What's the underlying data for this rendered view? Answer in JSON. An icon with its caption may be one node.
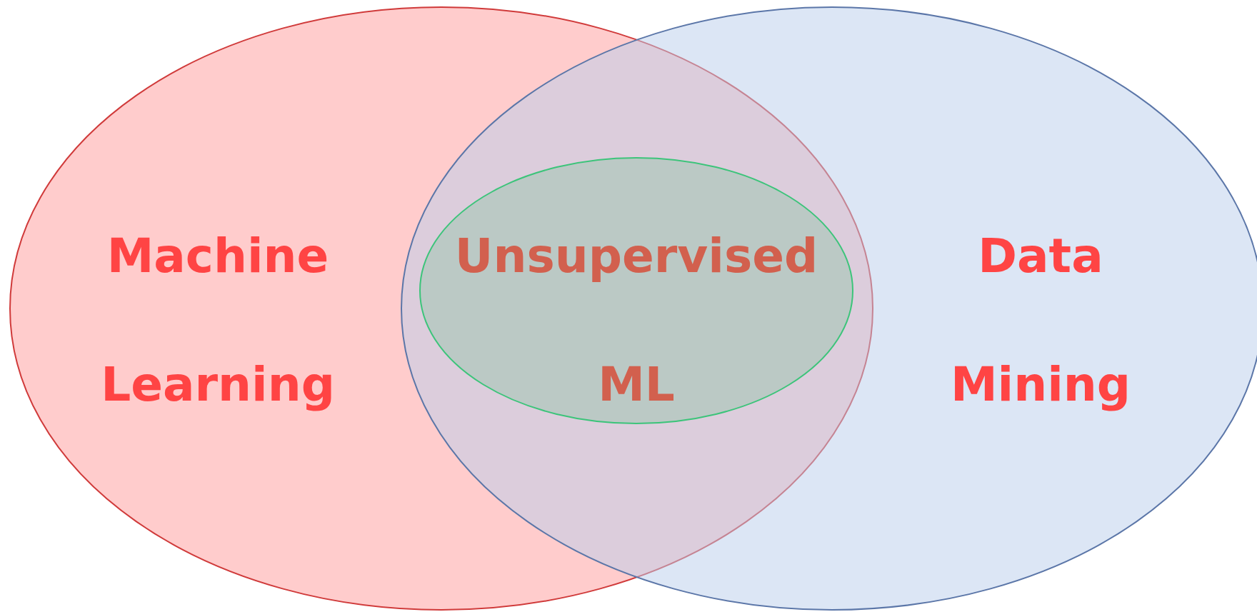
{
  "diagram": {
    "nodes": [
      {
        "text": [
          "Machine Learning"
        ]
      },
      {
        "text": [
          "Unsupervised ML"
        ]
      },
      {
        "text": [
          "Data Mining"
        ]
      }
    ]
  }
}
